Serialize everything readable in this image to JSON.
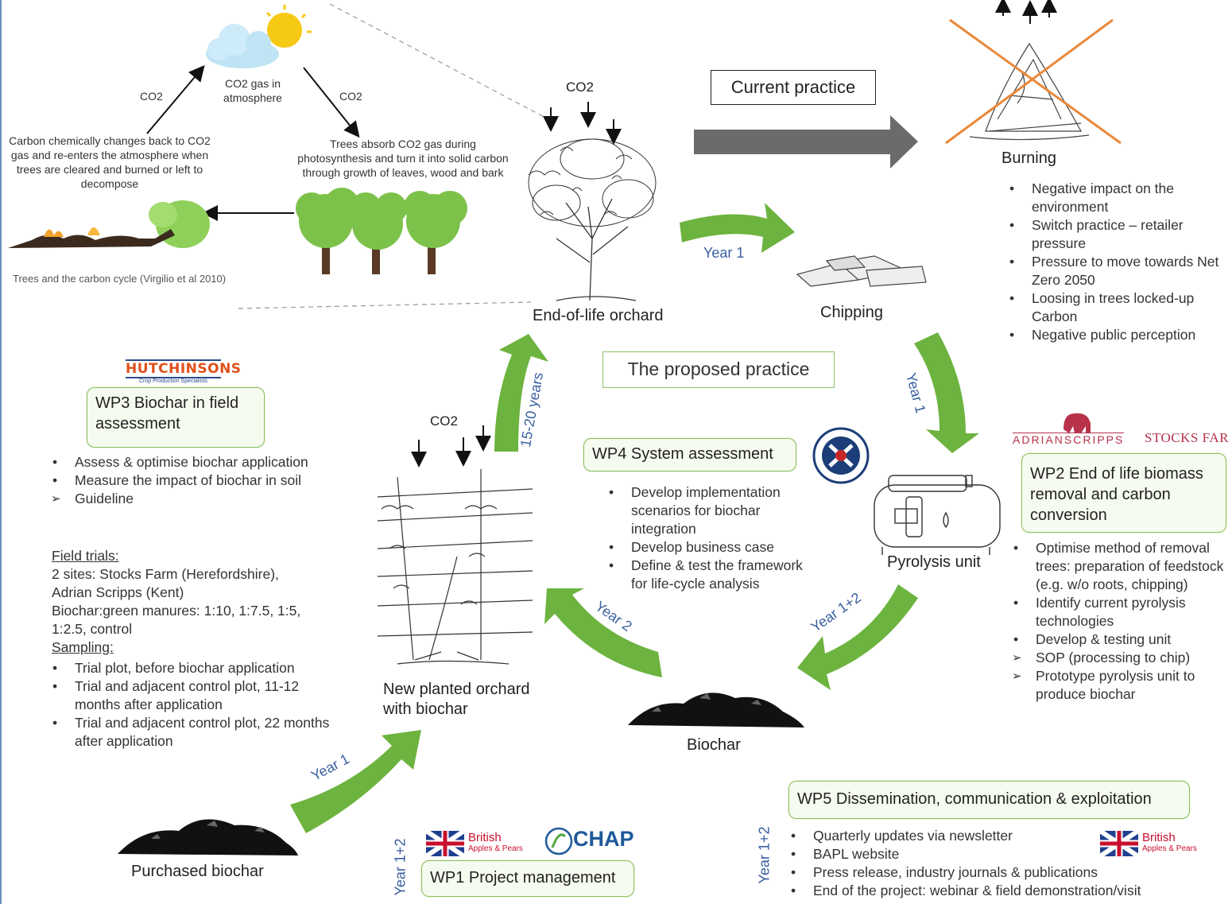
{
  "carbon_cycle": {
    "co2_left": "CO2",
    "co2_right": "CO2",
    "atmosphere": "CO2 gas in atmosphere",
    "left_text": "Carbon chemically changes back to CO2 gas and re-enters the atmosphere when trees are cleared and burned or left to decompose",
    "right_text": "Trees absorb CO2 gas during photosynthesis and turn it into solid carbon through growth of leaves, wood and bark",
    "caption": "Trees and the carbon cycle (Virgilio et al 2010)"
  },
  "orchard": {
    "co2": "CO2",
    "label": "End-of-life orchard"
  },
  "current_practice": {
    "label": "Current practice",
    "burning_label": "Burning",
    "bullets": [
      "Negative impact on the environment",
      "Switch practice – retailer pressure",
      "Pressure to move towards Net Zero 2050",
      "Loosing in trees locked-up Carbon",
      "Negative public perception"
    ]
  },
  "proposed_practice": {
    "label": "The proposed practice"
  },
  "stages": {
    "chipping": "Chipping",
    "pyrolysis": "Pyrolysis unit",
    "biochar": "Biochar",
    "new_orchard_line1": "New planted orchard",
    "new_orchard_line2": "with biochar",
    "new_orchard_co2": "CO2",
    "purchased": "Purchased biochar"
  },
  "years": {
    "y_orchard_chipping": "Year 1",
    "y_chipping_pyrolysis": "Year 1",
    "y_pyrolysis_biochar": "Year 1+2",
    "y_biochar_neworchard": "Year 2",
    "y_neworchard_orchard": "15-20 years",
    "y_purchased": "Year 1",
    "y_wp1": "Year 1+2",
    "y_wp5": "Year 1+2"
  },
  "wp3": {
    "logo": "HUTCHINSONS",
    "logo_sub": "Crop Production Specialists",
    "title": "WP3 Biochar in field assessment",
    "bullets": [
      {
        "mark": "b",
        "text": "Assess & optimise biochar application"
      },
      {
        "mark": "b",
        "text": "Measure the impact of biochar in soil"
      },
      {
        "mark": "a",
        "text": "Guideline"
      }
    ],
    "field_trials_heading": "Field trials:",
    "field_trials_lines": [
      "2 sites: Stocks Farm (Herefordshire),",
      "Adrian Scripps (Kent)",
      "Biochar:green manures: 1:10, 1:7.5, 1:5,",
      "1:2.5, control"
    ],
    "sampling_heading": "Sampling:",
    "sampling": [
      "Trial plot, before biochar application",
      "Trial and adjacent control plot, 11-12 months after application",
      "Trial and adjacent control plot, 22 months after application"
    ]
  },
  "wp4": {
    "title": "WP4 System assessment",
    "bullets": [
      "Develop implementation scenarios for biochar integration",
      "Develop business case",
      "Define & test the framework for life-cycle analysis"
    ]
  },
  "wp2": {
    "logo_scripps": "ADRIANSCRIPPS",
    "logo_stocks": "STOCKS FARM",
    "title": "WP2 End of life biomass removal and carbon conversion",
    "bullets": [
      {
        "mark": "b",
        "text": "Optimise method of removal trees: preparation of feedstock (e.g. w/o roots, chipping)"
      },
      {
        "mark": "b",
        "text": "Identify current pyrolysis technologies"
      },
      {
        "mark": "b",
        "text": "Develop & testing unit"
      },
      {
        "mark": "a",
        "text": "SOP (processing to chip)"
      },
      {
        "mark": "a",
        "text": "Prototype pyrolysis unit to produce biochar"
      }
    ]
  },
  "wp1": {
    "title": "WP1 Project management",
    "logo_british": "British",
    "logo_british_sub": "Apples & Pears",
    "logo_chap": "CHAP"
  },
  "wp5": {
    "title": "WP5 Dissemination, communication & exploitation",
    "logo_british": "British",
    "logo_british_sub": "Apples & Pears",
    "bullets": [
      "Quarterly updates via newsletter",
      "BAPL website",
      "Press release, industry journals & publications",
      "End of the project: webinar & field demonstration/visit"
    ]
  },
  "colors": {
    "green_arrow": "#6db33f",
    "grey_arrow": "#6b6b6b",
    "box_border": "#8cc063",
    "cross": "#e9883a"
  }
}
